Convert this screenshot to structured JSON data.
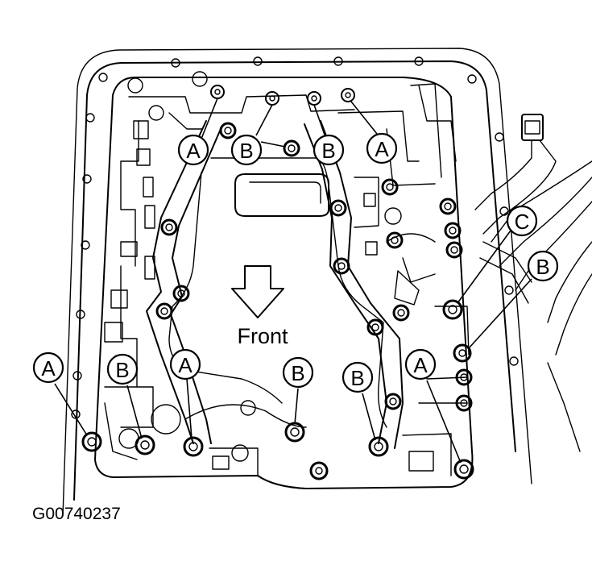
{
  "figure": {
    "front_label": "Front",
    "caption": "G00740237",
    "callouts": [
      {
        "id": "a1",
        "letter": "A"
      },
      {
        "id": "b1",
        "letter": "B"
      },
      {
        "id": "b2",
        "letter": "B"
      },
      {
        "id": "a2",
        "letter": "A"
      },
      {
        "id": "c1",
        "letter": "C"
      },
      {
        "id": "b3",
        "letter": "B"
      },
      {
        "id": "a3",
        "letter": "A"
      },
      {
        "id": "b4",
        "letter": "B"
      },
      {
        "id": "a4",
        "letter": "A"
      },
      {
        "id": "b5",
        "letter": "B"
      },
      {
        "id": "b6",
        "letter": "B"
      },
      {
        "id": "a5",
        "letter": "A"
      }
    ]
  }
}
